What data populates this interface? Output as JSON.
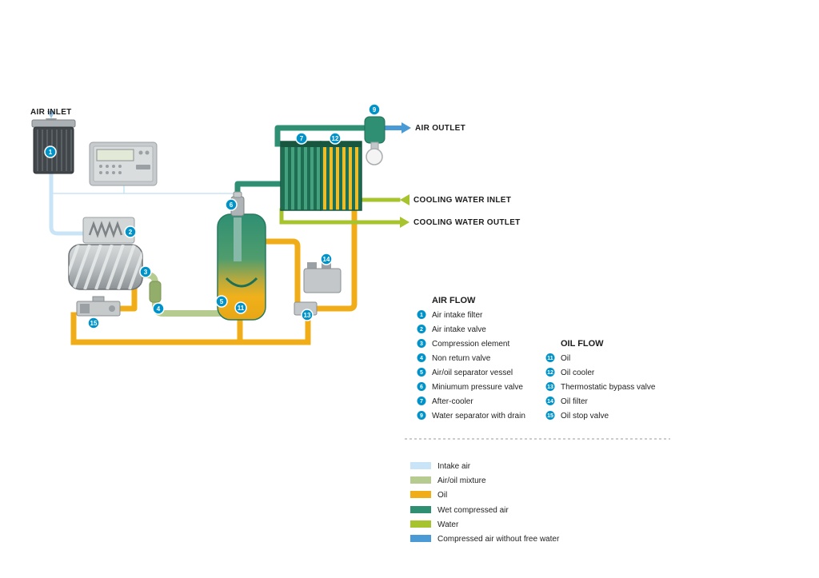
{
  "labels": {
    "air_inlet": "AIR INLET",
    "air_outlet": "AIR OUTLET",
    "cooling_water_inlet": "COOLING WATER INLET",
    "cooling_water_outlet": "COOLING WATER OUTLET"
  },
  "legend": {
    "air_flow": {
      "title": "AIR FLOW",
      "items": [
        {
          "num": "1",
          "label": "Air intake filter"
        },
        {
          "num": "2",
          "label": "Air intake valve"
        },
        {
          "num": "3",
          "label": "Compression element"
        },
        {
          "num": "4",
          "label": "Non return valve"
        },
        {
          "num": "5",
          "label": "Air/oil separator vessel"
        },
        {
          "num": "6",
          "label": "Miniumum pressure valve"
        },
        {
          "num": "7",
          "label": "After-cooler"
        },
        {
          "num": "9",
          "label": "Water separator with drain"
        }
      ]
    },
    "oil_flow": {
      "title": "OIL FLOW",
      "items": [
        {
          "num": "11",
          "label": "Oil"
        },
        {
          "num": "12",
          "label": "Oil cooler"
        },
        {
          "num": "13",
          "label": "Thermostatic bypass valve"
        },
        {
          "num": "14",
          "label": "Oil filter"
        },
        {
          "num": "15",
          "label": "Oil stop valve"
        }
      ]
    }
  },
  "color_key": {
    "items": [
      {
        "label": "Intake air",
        "color": "#c9e4f6"
      },
      {
        "label": "Air/oil mixture",
        "color": "#b5cb90"
      },
      {
        "label": "Oil",
        "color": "#f0ad17"
      },
      {
        "label": "Wet compressed air",
        "color": "#2f8f73"
      },
      {
        "label": "Water",
        "color": "#a7c32d"
      },
      {
        "label": "Compressed air without free water",
        "color": "#4a9bd5"
      }
    ]
  },
  "colors": {
    "badge": "#0093c9",
    "intake_air": "#c9e4f6",
    "air_oil_mixture": "#b5cb90",
    "oil": "#f0ad17",
    "wet_compressed_air": "#2f8f73",
    "water": "#a7c32d",
    "dry_air": "#4a9bd5"
  }
}
